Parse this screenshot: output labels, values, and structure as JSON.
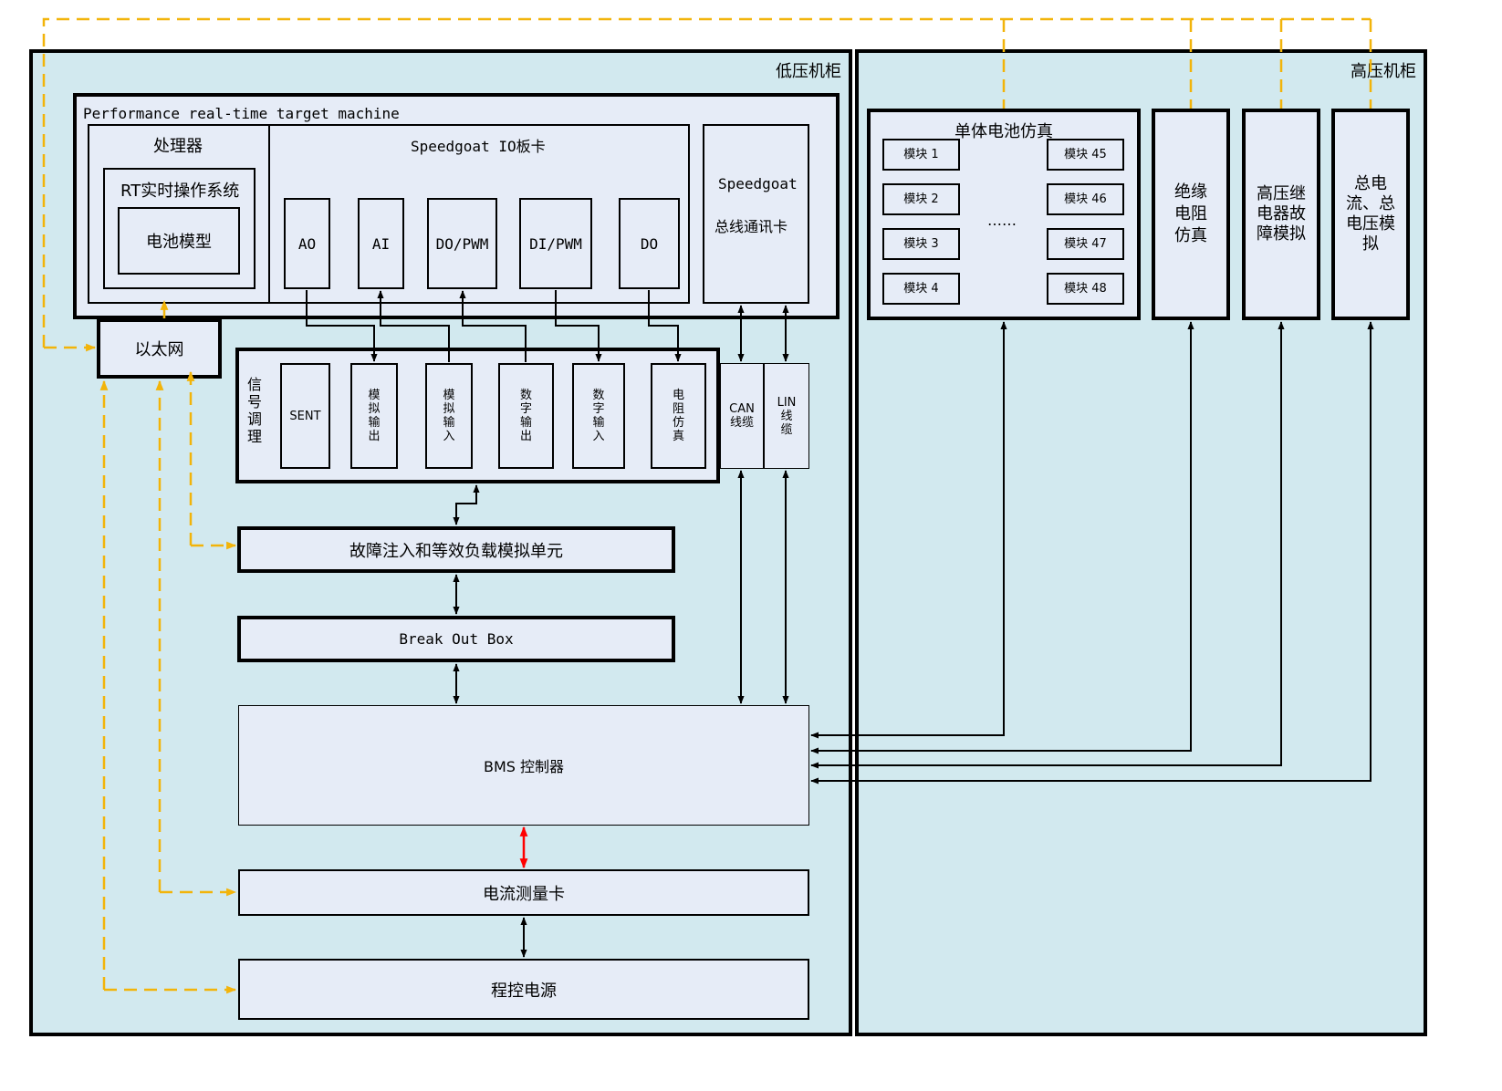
{
  "cabinets": {
    "low": "低压机柜",
    "high": "高压机柜"
  },
  "target": {
    "title": "Performance real-time target machine",
    "processor": "处理器",
    "rtos": "RT实时操作系统",
    "battery_model": "电池模型",
    "io_card": "Speedgoat IO板卡",
    "io_channels": [
      "AO",
      "AI",
      "DO/PWM",
      "DI/PWM",
      "DO"
    ],
    "bus_card_line1": "Speedgoat",
    "bus_card_line2": "总线通讯卡"
  },
  "ethernet": "以太网",
  "signal": {
    "title": "信号调理",
    "channels": [
      "SENT",
      "模拟输出",
      "模拟输入",
      "数字输出",
      "数字输入",
      "电阻仿真"
    ],
    "can": "CAN线缆",
    "lin": "LIN线缆"
  },
  "fault_unit": "故障注入和等效负载模拟单元",
  "break_out_box": "Break Out Box",
  "bms": "BMS 控制器",
  "current_card": "电流测量卡",
  "power_supply": "程控电源",
  "cell_sim": {
    "title": "单体电池仿真",
    "modules_left": [
      "模块 1",
      "模块 2",
      "模块 3",
      "模块 4"
    ],
    "modules_right": [
      "模块 45",
      "模块 46",
      "模块 47",
      "模块 48"
    ],
    "ellipsis": "……"
  },
  "insulation": "绝缘电阻仿真",
  "relay_fault": "高压继电器故障模拟",
  "total_sim": "总电流、总电压模拟",
  "colors": {
    "cabinet_bg": "#d2e9ef",
    "box_bg": "#e6ecf7",
    "ethernet_line": "#f2b40a",
    "signal_line": "#000000",
    "bms_current_link": "#ff0000"
  }
}
